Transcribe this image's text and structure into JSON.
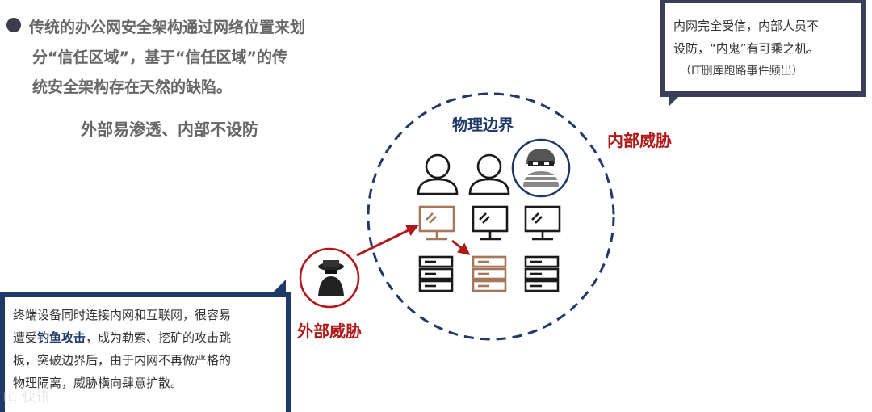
{
  "intro": {
    "line1": "传统的办公网安全架构通过网络位置来划",
    "line2": "分“信任区域”，基于“信任区域”的传",
    "line3": "统安全架构存在天然的缺陷。"
  },
  "subtitle": "外部易渗透、内部不设防",
  "callout_top": {
    "line1": "内网完全受信，内部人员不",
    "line2": "设防，“内鬼”有可乘之机。",
    "note": "（IT删库跑路事件频出）"
  },
  "callout_bottom": {
    "line1": "终端设备同时连接内网和互联网，很容易",
    "line2_pre": "遭受",
    "line2_bold": "钓鱼攻击",
    "line2_post": "，成为勒索、挖矿的攻击跳",
    "line3": "板，突破边界后，由于内网不再做严格的",
    "line4": "物理隔离，威胁横向肆意扩散。"
  },
  "labels": {
    "physical_boundary": "物理边界",
    "internal_threat": "内部威胁",
    "external_threat": "外部威胁"
  },
  "icons": [
    "user-icon",
    "user-icon",
    "insider-icon",
    "monitor-icon",
    "server-icon",
    "hacker-icon"
  ],
  "colors": {
    "threat_red": "#b0191a",
    "boundary_navy": "#1f3a68",
    "compromised_brown": "#a5765a"
  },
  "watermark": "IC 快讯"
}
